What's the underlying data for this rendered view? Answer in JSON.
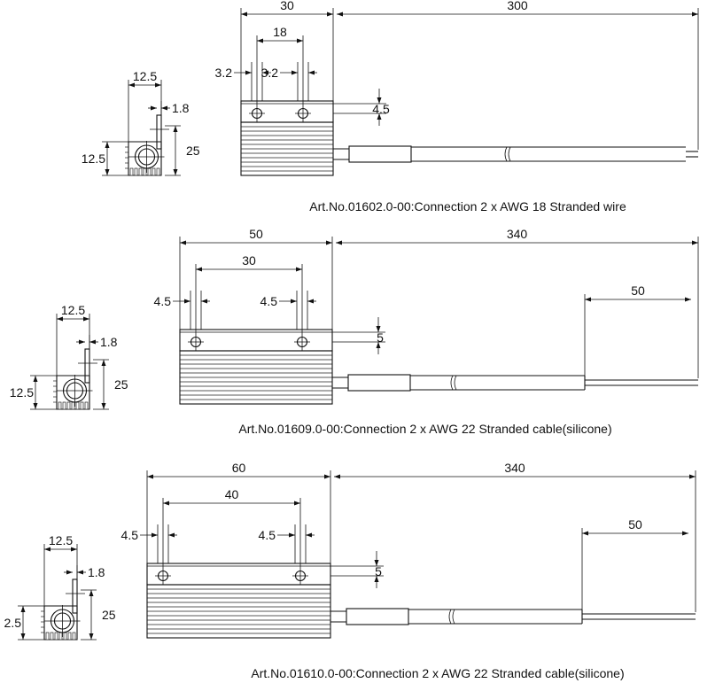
{
  "diagrams": [
    {
      "caption": "Art.No.01602.0-00:Connection 2 x AWG 18 Stranded wire",
      "side": {
        "width": "12.5",
        "tab": "1.8",
        "height": "25",
        "body": "12.5"
      },
      "front": {
        "length": "30",
        "holes": "18",
        "edge_left": "3.2",
        "edge_right": "3.2",
        "hole_depth": "4.5"
      },
      "cable": {
        "length": "300",
        "strip": ""
      }
    },
    {
      "caption": "Art.No.01609.0-00:Connection 2 x AWG 22 Stranded cable(silicone)",
      "side": {
        "width": "12.5",
        "tab": "1.8",
        "height": "25",
        "body": "12.5"
      },
      "front": {
        "length": "50",
        "holes": "30",
        "edge_left": "4.5",
        "edge_right": "4.5",
        "hole_depth": "5"
      },
      "cable": {
        "length": "340",
        "strip": "50"
      }
    },
    {
      "caption": "Art.No.01610.0-00:Connection 2 x AWG 22 Stranded cable(silicone)",
      "side": {
        "width": "12.5",
        "tab": "1.8",
        "height": "25",
        "body": "2.5"
      },
      "front": {
        "length": "60",
        "holes": "40",
        "edge_left": "4.5",
        "edge_right": "4.5",
        "hole_depth": "5"
      },
      "cable": {
        "length": "340",
        "strip": "50"
      }
    }
  ]
}
